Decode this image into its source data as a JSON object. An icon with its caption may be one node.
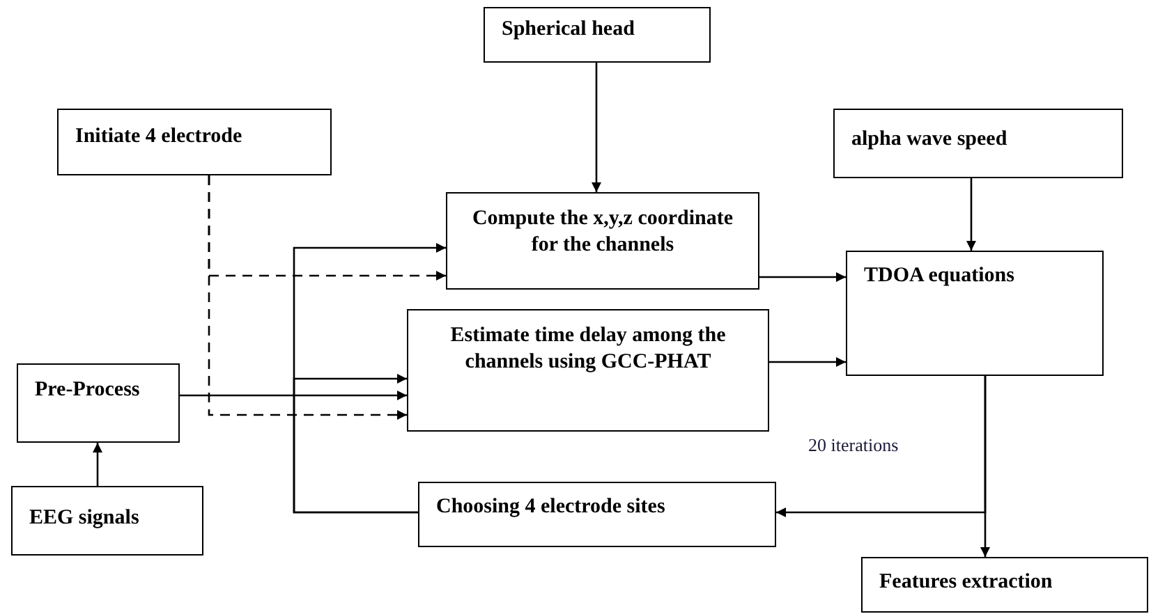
{
  "diagram": {
    "nodes": [
      {
        "text": [
          "Spherical head"
        ]
      },
      {
        "text": [
          "Initiate 4 electrode"
        ]
      },
      {
        "text": [
          "alpha wave speed"
        ]
      },
      {
        "text": [
          "Compute the x,y,z coordinate for the channels"
        ]
      },
      {
        "text": [
          "TDOA equations"
        ]
      },
      {
        "text": [
          "Estimate time delay among the channels using GCC-PHAT"
        ]
      },
      {
        "text": [
          "Pre-Process"
        ]
      },
      {
        "text": [
          "EEG signals"
        ]
      },
      {
        "text": [
          "Choosing 4 electrode sites"
        ]
      },
      {
        "text": [
          "Features extraction"
        ]
      }
    ],
    "edges": [
      {
        "from": 0,
        "to": 3,
        "arrow": "to"
      },
      {
        "from": 1,
        "to": 3,
        "arrow": "to",
        "style": "dashed"
      },
      {
        "from": 1,
        "to": 5,
        "arrow": "to",
        "style": "dashed"
      },
      {
        "from": 2,
        "to": 4,
        "arrow": "to"
      },
      {
        "from": 3,
        "to": 4,
        "arrow": "to"
      },
      {
        "from": 5,
        "to": 4,
        "arrow": "to"
      },
      {
        "from": 6,
        "to": 5,
        "arrow": "to"
      },
      {
        "from": 7,
        "to": 6,
        "arrow": "to"
      },
      {
        "from": 4,
        "to": 9,
        "arrow": "to"
      },
      {
        "from": 4,
        "to": 8,
        "arrow": "to"
      },
      {
        "from": 8,
        "to": 3,
        "arrow": "to"
      },
      {
        "from": 8,
        "to": 5,
        "arrow": "to"
      }
    ],
    "labels": [
      "20 iterations"
    ]
  }
}
